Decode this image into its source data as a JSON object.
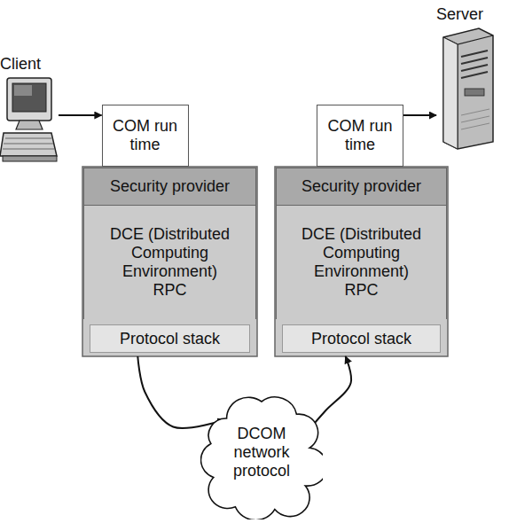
{
  "diagram": {
    "nodes": [
      {
        "text": [
          "Client"
        ]
      },
      {
        "text": [
          "COM run time"
        ]
      },
      {
        "text": [
          "Security provider"
        ]
      },
      {
        "text": [
          "DCE (Distributed Computing Environment) RPC"
        ]
      },
      {
        "text": [
          "Protocol stack"
        ]
      },
      {
        "text": [
          "Server"
        ]
      },
      {
        "text": [
          "COM run time"
        ]
      },
      {
        "text": [
          "Security provider"
        ]
      },
      {
        "text": [
          "DCE (Distributed Computing Environment) RPC"
        ]
      },
      {
        "text": [
          "Protocol stack"
        ]
      },
      {
        "text": [
          "DCOM network protocol"
        ]
      }
    ],
    "edges": [
      {
        "from": 0,
        "to": 1,
        "arrow": "to"
      },
      {
        "from": 6,
        "to": 5,
        "arrow": "to"
      },
      {
        "from": 4,
        "to": 10,
        "arrow": "to"
      },
      {
        "from": 10,
        "to": 9,
        "arrow": "to"
      }
    ]
  }
}
